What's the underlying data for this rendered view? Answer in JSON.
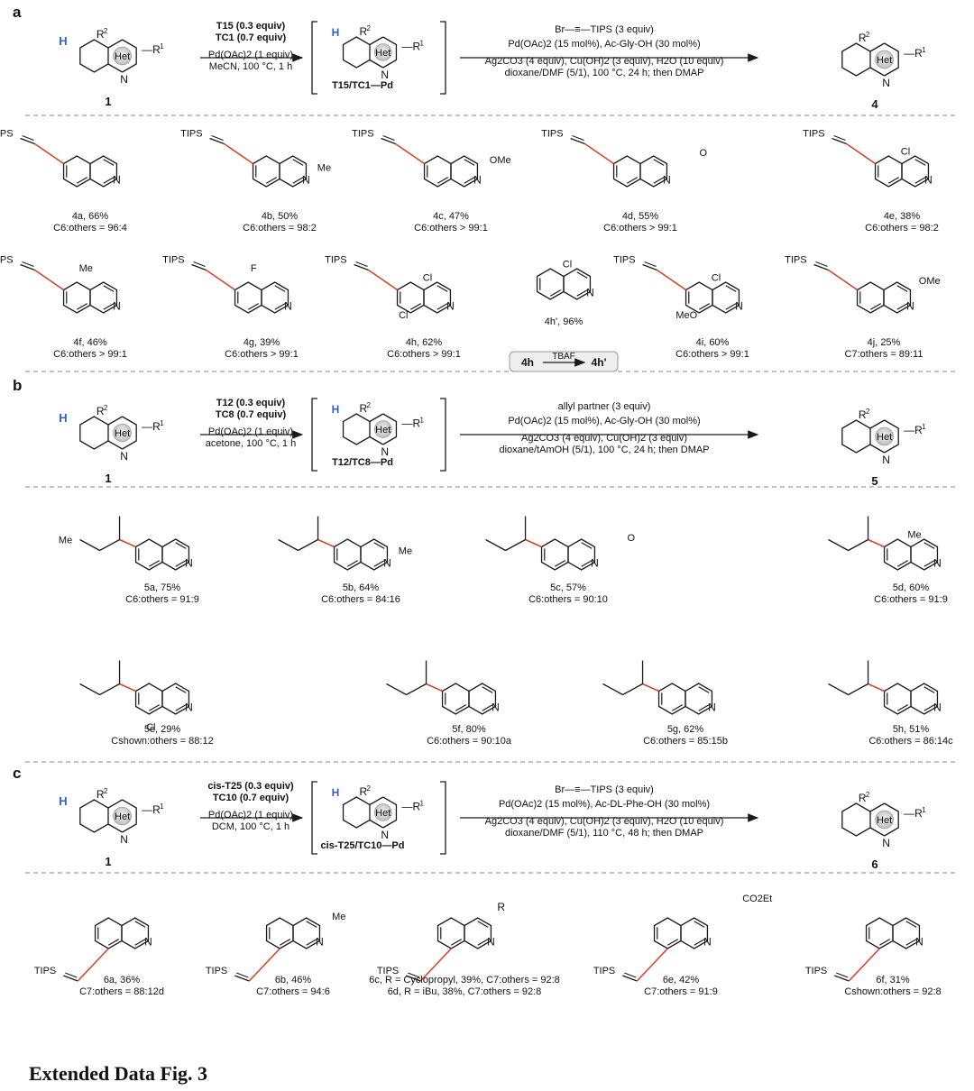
{
  "figure_caption": "Extended Data Fig. 3",
  "colors": {
    "bond": "#1a1a1a",
    "new_bond": "#d9432b",
    "ch_hydrogen": "#2f63c4",
    "divider": "#888888"
  },
  "panels": [
    {
      "letter": "a",
      "scheme": {
        "substrate_label": "1",
        "step1": [
          "T15 (0.3 equiv)",
          "TC1 (0.7 equiv)",
          "Pd(OAc)2 (1 equiv)",
          "MeCN, 100 °C, 1 h"
        ],
        "intermediate_label": "T15/TC1",
        "reagent": "Br—≡—TIPS  (3 equiv)",
        "step2": [
          "Pd(OAc)2 (15 mol%), Ac-Gly-OH (30 mol%)",
          "Ag2CO3 (4 equiv), Cu(OH)2 (3 equiv), H2O (10 equiv)",
          "dioxane/DMF (5/1), 100 °C, 24 h; then DMAP"
        ],
        "product_label": "4"
      },
      "products": [
        {
          "id": "4a",
          "yield": "66%",
          "selectivity": "C6:others = 96:4"
        },
        {
          "id": "4b",
          "yield": "50%",
          "selectivity": "C6:others = 98:2"
        },
        {
          "id": "4c",
          "yield": "47%",
          "selectivity": "C6:others > 99:1"
        },
        {
          "id": "4d",
          "yield": "55%",
          "selectivity": "C6:others > 99:1"
        },
        {
          "id": "4e",
          "yield": "38%",
          "selectivity": "C6:others = 98:2"
        },
        {
          "id": "4f",
          "yield": "46%",
          "selectivity": "C6:others > 99:1"
        },
        {
          "id": "4g",
          "yield": "39%",
          "selectivity": "C6:others > 99:1"
        },
        {
          "id": "4h",
          "yield": "62%",
          "selectivity": "C6:others > 99:1"
        },
        {
          "id": "4h'",
          "yield": "96%",
          "selectivity": ""
        },
        {
          "id": "4i",
          "yield": "60%",
          "selectivity": "C6:others > 99:1"
        },
        {
          "id": "4j",
          "yield": "25%",
          "selectivity": "C7:others = 89:11"
        }
      ],
      "tbaf_box": {
        "from": "4h",
        "reagent": "TBAF",
        "to": "4h'"
      }
    },
    {
      "letter": "b",
      "scheme": {
        "substrate_label": "1",
        "step1": [
          "T12 (0.3 equiv)",
          "TC8 (0.7 equiv)",
          "Pd(OAc)2 (1 equiv)",
          "acetone, 100 °C, 1 h"
        ],
        "intermediate_label": "T12/TC8",
        "reagent": "allyl partner (3 equiv)",
        "step2": [
          "Pd(OAc)2 (15 mol%), Ac-Gly-OH (30 mol%)",
          "Ag2CO3 (4 equiv), Cu(OH)2 (3 equiv)",
          "dioxane/tAmOH (5/1), 100 °C, 24 h; then DMAP"
        ],
        "product_label": "5"
      },
      "products": [
        {
          "id": "5a",
          "yield": "75%",
          "selectivity": "C6:others = 91:9"
        },
        {
          "id": "5b",
          "yield": "64%",
          "selectivity": "C6:others = 84:16"
        },
        {
          "id": "5c",
          "yield": "57%",
          "selectivity": "C6:others = 90:10"
        },
        {
          "id": "5d",
          "yield": "60%",
          "selectivity": "C6:others = 91:9"
        },
        {
          "id": "5e",
          "yield": "29%",
          "selectivity": "Cshown:others = 88:12"
        },
        {
          "id": "5f",
          "yield": "80%",
          "selectivity": "C6:others = 90:10a"
        },
        {
          "id": "5g",
          "yield": "62%",
          "selectivity": "C6:others = 85:15b"
        },
        {
          "id": "5h",
          "yield": "51%",
          "selectivity": "C6:others = 86:14c"
        }
      ]
    },
    {
      "letter": "c",
      "scheme": {
        "substrate_label": "1",
        "step1": [
          "cis-T25 (0.3 equiv)",
          "TC10 (0.7 equiv)",
          "Pd(OAc)2 (1 equiv)",
          "DCM, 100 °C, 1 h"
        ],
        "intermediate_label": "cis-T25/TC10",
        "reagent": "Br—≡—TIPS  (3 equiv)",
        "step2": [
          "Pd(OAc)2 (15 mol%), Ac-DL-Phe-OH (30 mol%)",
          "Ag2CO3 (4 equiv), Cu(OH)2 (3 equiv), H2O (10 equiv)",
          "dioxane/DMF (5/1), 110 °C, 48 h; then DMAP"
        ],
        "product_label": "6"
      },
      "products": [
        {
          "id": "6a",
          "yield": "36%",
          "selectivity": "C7:others = 88:12d"
        },
        {
          "id": "6b",
          "yield": "46%",
          "selectivity": "C7:others = 94:6"
        },
        {
          "id": "6c",
          "yield": "R = Cyclopropyl, 39%, C7:others = 92:8",
          "selectivity": "6d, R = iBu, 38%, C7:others = 92:8"
        },
        {
          "id": "6e",
          "yield": "42%",
          "selectivity": "C7:others = 91:9"
        },
        {
          "id": "6f",
          "yield": "31%",
          "selectivity": "Cshown:others = 92:8"
        }
      ]
    }
  ]
}
